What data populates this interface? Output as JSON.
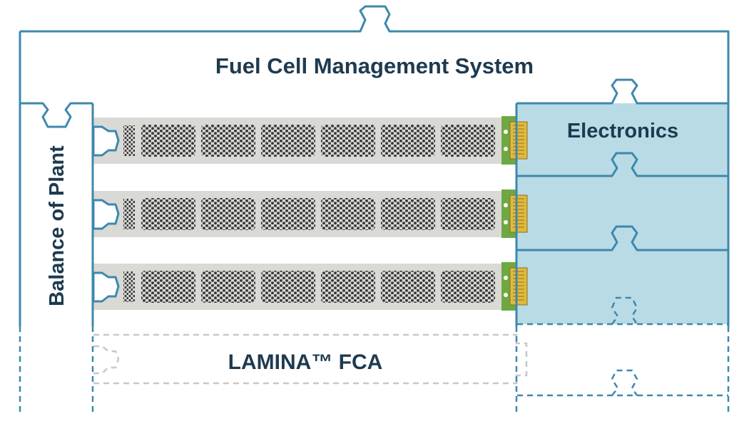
{
  "diagram": {
    "title": "Fuel Cell Management System",
    "left_label": "Balance of Plant",
    "right_label": "Electronics",
    "bottom_label": "LAMINA™ FCA",
    "stack_count": 3
  },
  "colors": {
    "outline": "#3d88ad",
    "electronics_fill": "#b9dbe6",
    "text": "#1e3a4f",
    "plate": "#d9d9d6",
    "hole": "#3c3c3c",
    "connector_green": "#6ea843",
    "connector_gold": "#e1b93d",
    "dashed": "#c8c8c8"
  }
}
